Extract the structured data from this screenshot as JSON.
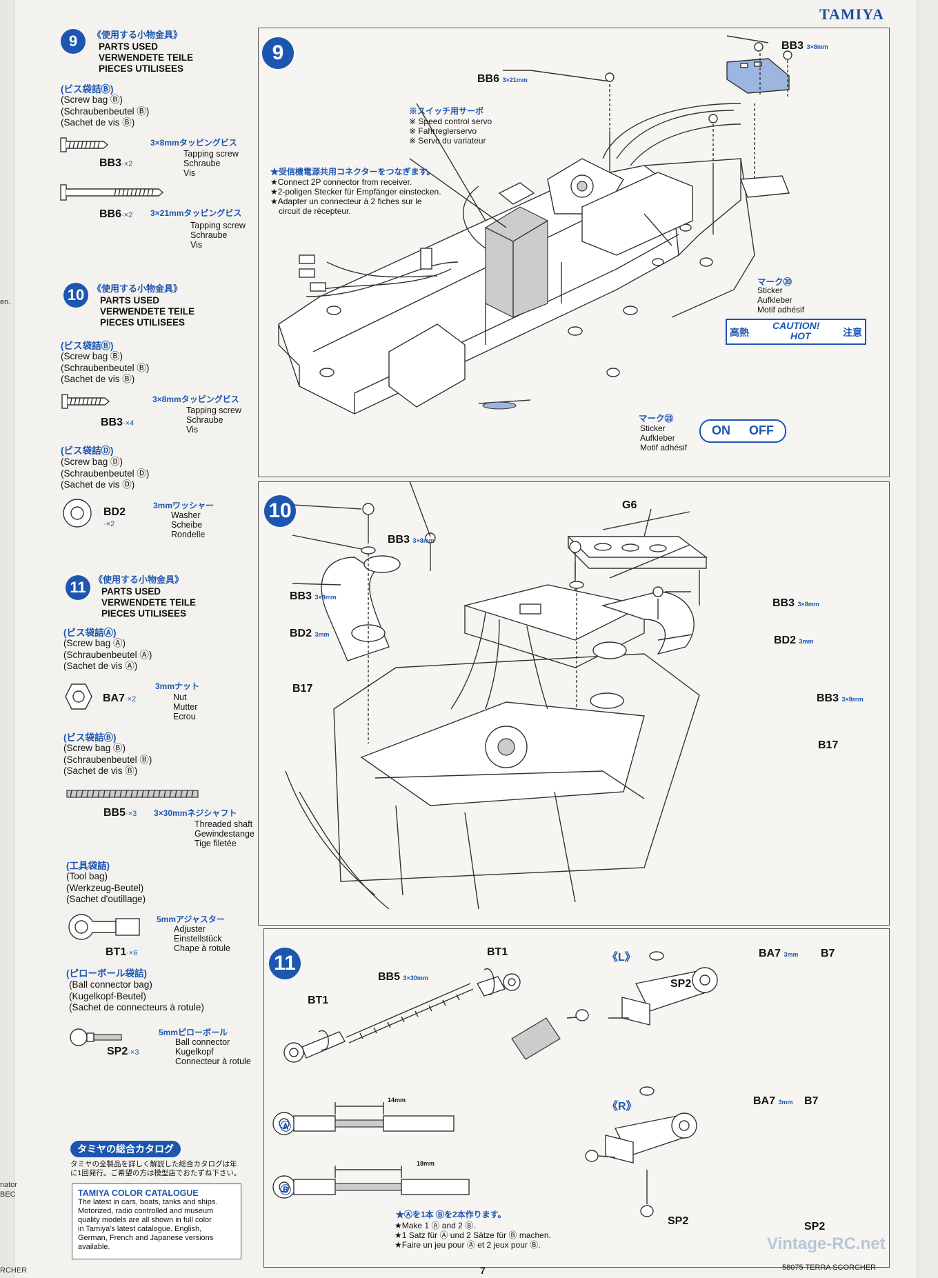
{
  "brand": "TAMIYA",
  "gutter": {
    "t1": "en.",
    "t2": "nator",
    "t3": "BEC",
    "t4": "RCHER"
  },
  "left": {
    "step9": {
      "num": "9",
      "jp": "《使用する小物金具》",
      "h1": "PARTS USED",
      "h2": "VERWENDETE TEILE",
      "h3": "PIECES UTILISEES",
      "bag_jp": "(ビス袋詰Ⓑ)",
      "bag1": "(Screw bag Ⓑ)",
      "bag2": "(Schraubenbeutel Ⓑ)",
      "bag3": "(Sachet de vis Ⓑ)",
      "p1": {
        "code": "BB3",
        "qty": "·×2",
        "jp": "3×8mmタッピングビス",
        "d1": "Tapping screw",
        "d2": "Schraube",
        "d3": "Vis"
      },
      "p2": {
        "code": "BB6",
        "qty": "·×2",
        "jp": "3×21mmタッピングビス",
        "d1": "Tapping screw",
        "d2": "Schraube",
        "d3": "Vis"
      }
    },
    "step10": {
      "num": "10",
      "jp": "《使用する小物金具》",
      "h1": "PARTS USED",
      "h2": "VERWENDETE TEILE",
      "h3": "PIECES UTILISEES",
      "bagB_jp": "(ビス袋詰Ⓑ)",
      "bagB1": "(Screw bag Ⓑ)",
      "bagB2": "(Schraubenbeutel Ⓑ)",
      "bagB3": "(Sachet de vis Ⓑ)",
      "p1": {
        "code": "BB3",
        "qty": "·×4",
        "jp": "3×8mmタッピングビス",
        "d1": "Tapping screw",
        "d2": "Schraube",
        "d3": "Vis"
      },
      "bagD_jp": "(ビス袋詰Ⓓ)",
      "bagD1": "(Screw bag Ⓓ)",
      "bagD2": "(Schraubenbeutel Ⓓ)",
      "bagD3": "(Sachet de vis Ⓓ)",
      "p2": {
        "code": "BD2",
        "qty": "·×2",
        "jp": "3mmワッシャー",
        "d1": "Washer",
        "d2": "Scheibe",
        "d3": "Rondelle"
      }
    },
    "step11": {
      "num": "11",
      "jp": "《使用する小物金具》",
      "h1": "PARTS USED",
      "h2": "VERWENDETE TEILE",
      "h3": "PIECES UTILISEES",
      "bagA_jp": "(ビス袋詰Ⓐ)",
      "bagA1": "(Screw bag Ⓐ)",
      "bagA2": "(Schraubenbeutel Ⓐ)",
      "bagA3": "(Sachet de vis Ⓐ)",
      "p1": {
        "code": "BA7",
        "qty": "·×2",
        "jp": "3mmナット",
        "d1": "Nut",
        "d2": "Mutter",
        "d3": "Ecrou"
      },
      "bagB_jp": "(ビス袋詰Ⓑ)",
      "bagB1": "(Screw bag Ⓑ)",
      "bagB2": "(Schraubenbeutel Ⓑ)",
      "bagB3": "(Sachet de vis Ⓑ)",
      "p2": {
        "code": "BB5",
        "qty": "·×3",
        "jp": "3×30mmネジシャフト",
        "d1": "Threaded shaft",
        "d2": "Gewindestange",
        "d3": "Tige filetée"
      },
      "tool_jp": "(工具袋詰)",
      "tool1": "(Tool bag)",
      "tool2": "(Werkzeug-Beutel)",
      "tool3": "(Sachet d'outillage)",
      "p3": {
        "code": "BT1",
        "qty": "·×6",
        "jp": "5mmアジャスター",
        "d1": "Adjuster",
        "d2": "Einstellstück",
        "d3": "Chape à rotule"
      },
      "ball_jp": "(ピローボール袋詰)",
      "ball1": "(Ball connector bag)",
      "ball2": "(Kugelkopf-Beutel)",
      "ball3": "(Sachet de connecteurs à rotule)",
      "p4": {
        "code": "SP2",
        "qty": "·×3",
        "jp": "5mmピローボール",
        "d1": "Ball connector",
        "d2": "Kugelkopf",
        "d3": "Connecteur à rotule"
      }
    },
    "catalog": {
      "title_jp": "タミヤの総合カタログ",
      "body_jp1": "タミヤの全製品を詳しく解説した総合カタログは年",
      "body_jp2": "に1回発行。ご希望の方は模型店でおたずね下さい。",
      "title_en": "TAMIYA COLOR CATALOGUE",
      "lines": [
        "The latest in cars, boats, tanks and ships.",
        "Motorized, radio controlled and museum",
        "quality models are all shown in full color",
        "in Tamiya's latest catalogue. English,",
        "German, French and Japanese versions",
        "available."
      ]
    }
  },
  "panel9": {
    "num": "9",
    "bb3": "BB3",
    "bb3s": "3×8mm",
    "bb6": "BB6",
    "bb6s": "3×21mm",
    "servo_jp": "※スイッチ用サーボ",
    "servo1": "※ Speed control servo",
    "servo2": "※ Fahrreglerservo",
    "servo3": "※ Servo du variateur",
    "conn_jp": "★受信機電源共用コネクターをつなぎます。",
    "conn1": "★Connect 2P connector from receiver.",
    "conn2": "★2-poligen Stecker für Empfänger einstecken.",
    "conn3": "★Adapter un connecteur à 2 fiches sur le",
    "conn4": "circuit de récepteur.",
    "mark20": "マーク⑳",
    "s20a": "Sticker",
    "s20b": "Aufkleber",
    "s20c": "Motif adhésif",
    "caution_l": "高熱",
    "caution": "CAUTION!",
    "hot": "HOT",
    "caution_r": "注意",
    "mark23": "マーク㉓",
    "s23a": "Sticker",
    "s23b": "Aufkleber",
    "s23c": "Motif adhésif",
    "on": "ON",
    "off": "OFF"
  },
  "panel10": {
    "num": "10",
    "g6": "G6",
    "bb3a": "BB3",
    "bb3as": "3×8mm",
    "bb3b": "BB3",
    "bb3bs": "3×8mm",
    "bb3c": "BB3",
    "bb3cs": "3×8mm",
    "bb3d": "BB3",
    "bb3ds": "3×8mm",
    "bd2a": "BD2",
    "bd2as": "3mm",
    "bd2b": "BD2",
    "bd2bs": "3mm",
    "b17a": "B17",
    "b17b": "B17"
  },
  "panel11": {
    "num": "11",
    "bt1a": "BT1",
    "bt1b": "BT1",
    "bb5": "BB5",
    "bb5s": "3×30mm",
    "L": "《L》",
    "R": "《R》",
    "ba7a": "BA7",
    "ba7as": "3mm",
    "b7a": "B7",
    "sp2a": "SP2",
    "ba7b": "BA7",
    "ba7bs": "3mm",
    "b7b": "B7",
    "sp2b": "SP2",
    "sp2c": "SP2",
    "a": "Ⓐ",
    "b": "Ⓑ",
    "len14": "14mm",
    "len18": "18mm",
    "note_jp": "★Ⓐを1本 Ⓑを2本作ります。",
    "note1": "★Make 1 Ⓐ and 2 Ⓑ.",
    "note2": "★1 Satz für Ⓐ und 2 Sätze für Ⓑ machen.",
    "note3": "★Faire un jeu pour Ⓐ et 2 jeux pour Ⓑ."
  },
  "footer": {
    "page": "7",
    "model": "58075 TERRA SCORCHER",
    "watermark": "Vintage-RC.net"
  }
}
